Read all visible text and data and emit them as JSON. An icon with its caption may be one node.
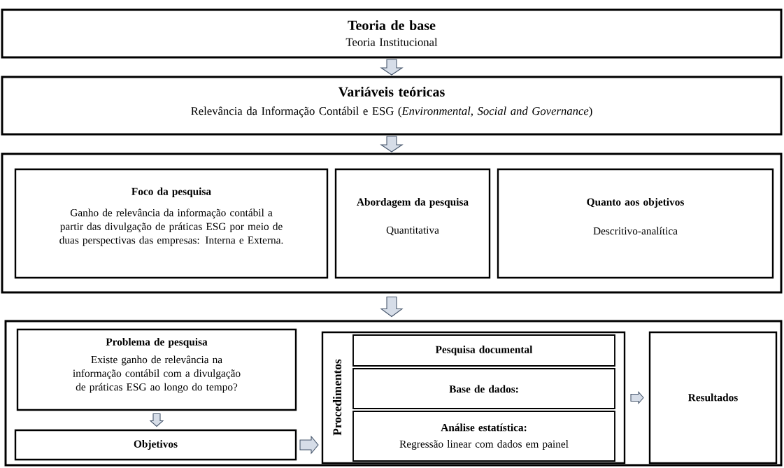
{
  "diagram": {
    "nodes": [
      {
        "text": [
          "Teoria de base",
          "Teoria Institucional"
        ]
      },
      {
        "text": [
          "Variáveis teóricas",
          "Relevância da Informação Contábil e ESG (*Environmental*, *Social and Governance*)"
        ]
      },
      {
        "text": [],
        "shape": "box"
      },
      {
        "text": [
          "Foco da pesquisa",
          "Ganho de relevância da informação contábil a partir das divulgação de práticas ESG por meio de duas perspectivas das empresas: Interna e Externa."
        ],
        "in": 2
      },
      {
        "text": [
          "Abordagem da pesquisa",
          "Quantitativa"
        ],
        "in": 2
      },
      {
        "text": [
          "Quanto aos objetivos",
          "Descritivo-analítica"
        ],
        "in": 2
      },
      {
        "text": [],
        "shape": "box"
      },
      {
        "text": [
          "Problema de pesquisa",
          "Existe ganho de relevância na informação contábil com a divulgação de práticas ESG ao longo do tempo?"
        ],
        "in": 6
      },
      {
        "text": [
          "Objetivos"
        ],
        "in": 6
      },
      {
        "text": [
          "Procedimentos"
        ],
        "in": 6
      },
      {
        "text": [
          "Pesquisa documental"
        ],
        "in": 9
      },
      {
        "text": [
          "Base de dados:"
        ],
        "in": 9
      },
      {
        "text": [
          "Análise estatística:",
          "Regressão linear com dados em painel"
        ],
        "in": 9
      },
      {
        "text": [
          "Resultados"
        ],
        "in": 6
      }
    ],
    "edges": [
      {
        "from": 0,
        "to": 1,
        "arrow": "to"
      },
      {
        "from": 1,
        "to": 2,
        "arrow": "to"
      },
      {
        "from": 2,
        "to": 6,
        "arrow": "to"
      },
      {
        "from": 7,
        "to": 8,
        "arrow": "to"
      },
      {
        "from": 8,
        "to": 9,
        "arrow": "to"
      },
      {
        "from": 9,
        "to": 13,
        "arrow": "to"
      }
    ]
  }
}
